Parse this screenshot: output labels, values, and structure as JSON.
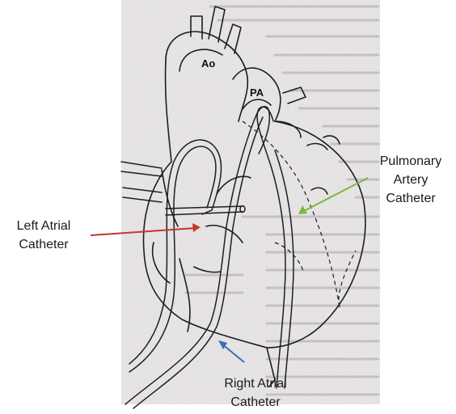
{
  "diagram": {
    "vessel_labels": {
      "aorta": "Ao",
      "pulmonary_artery": "PA"
    },
    "callouts": [
      {
        "id": "pulmonary",
        "line1": "Pulmonary",
        "line2": "Artery",
        "line3": "Catheter",
        "arrow_color": "#79b83a"
      },
      {
        "id": "left-atrial",
        "line1": "Left Atrial",
        "line2": "Catheter",
        "arrow_color": "#c0392b"
      },
      {
        "id": "right-atrial",
        "line1": "Right Atrial",
        "line2": "Catheter",
        "arrow_color": "#3a6fb5"
      }
    ],
    "colors": {
      "page_background": "#e9e6e8",
      "line_art": "#1e1e1e"
    }
  }
}
